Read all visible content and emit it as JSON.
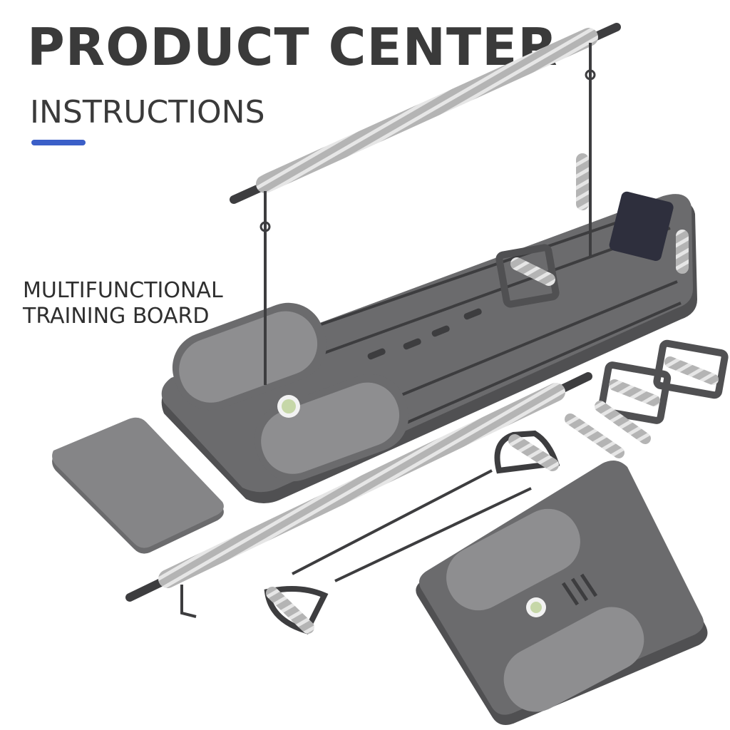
{
  "heading": {
    "title": "PRODUCT CENTER",
    "subtitle": "INSTRUCTIONS",
    "accent_color": "#3b5fc8"
  },
  "product_label": {
    "line1": "MULTIFUNCTIONAL",
    "line2": "TRAINING BOARD"
  },
  "colors": {
    "board": "#6b6b6d",
    "board_dark": "#505052",
    "pad": "#8e8e90",
    "foam": "#b4b4b4",
    "foam_stripe": "#e6e6e6",
    "metal": "#3d3d3f",
    "level_green": "#c6d7a8"
  },
  "items": [
    "training-board-icon",
    "pull-bar-icon",
    "phone-holder-icon",
    "foot-pedals-icon",
    "resistance-bands-icon",
    "push-up-handles-icon",
    "knee-pad-icon",
    "folded-board-icon"
  ]
}
